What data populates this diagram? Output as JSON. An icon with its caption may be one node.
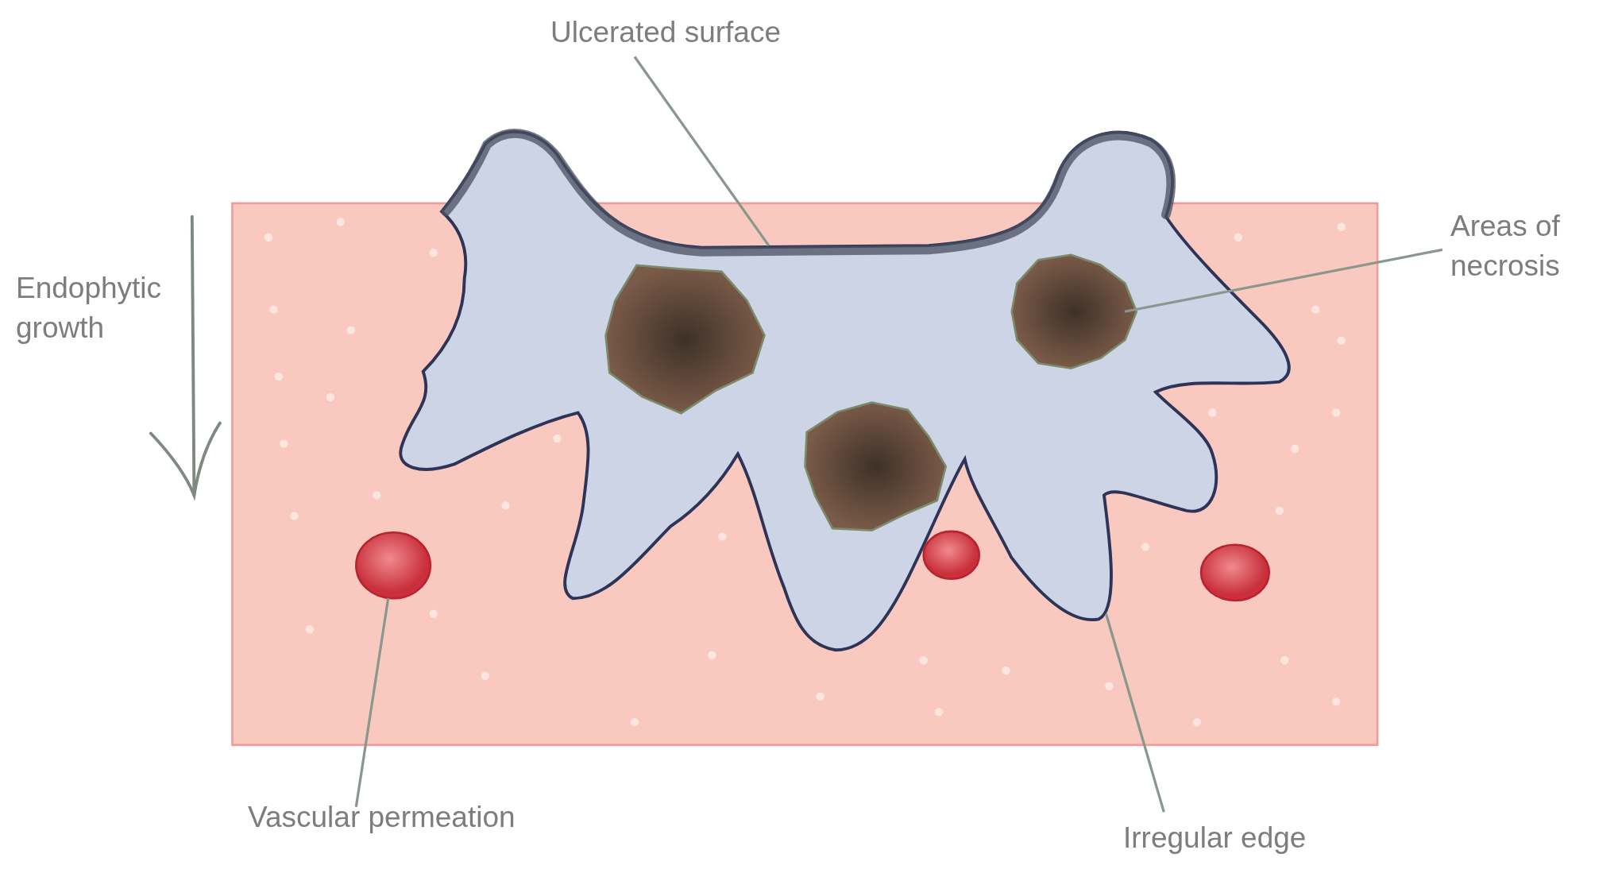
{
  "diagram": {
    "nodes": [
      {
        "text": [
          "Ulcerated surface"
        ]
      },
      {
        "text": [
          "Areas of necrosis"
        ]
      },
      {
        "text": [
          "Vascular permeation"
        ]
      },
      {
        "text": [
          "Irregular edge"
        ]
      },
      {
        "text": [],
        "shape": "circle"
      },
      {
        "text": [],
        "shape": "circle"
      },
      {
        "text": [],
        "shape": "circle"
      }
    ],
    "edges": [
      {
        "from": 0,
        "to": null,
        "arrow": "none"
      },
      {
        "from": 1,
        "to": null,
        "arrow": "none"
      },
      {
        "from": 2,
        "to": 4,
        "arrow": "none"
      },
      {
        "from": 3,
        "to": null,
        "arrow": "none"
      }
    ],
    "labels": [
      "Endophytic growth"
    ]
  }
}
